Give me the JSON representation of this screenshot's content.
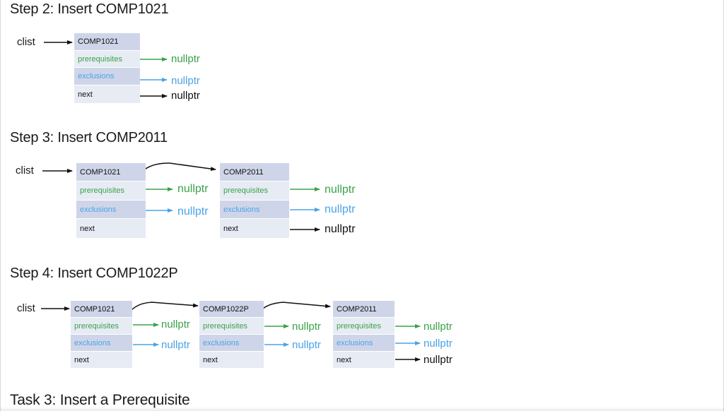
{
  "step2": {
    "title": "Step 2: Insert COMP1021",
    "head_label": "clist",
    "nodes": [
      {
        "name": "COMP1021",
        "prerequisites": "prerequisites",
        "exclusions": "exclusions",
        "next": "next"
      }
    ],
    "nullptr": {
      "pre": "nullptr",
      "exc": "nullptr",
      "next": "nullptr"
    }
  },
  "step3": {
    "title": "Step 3: Insert COMP2011",
    "head_label": "clist",
    "nodes": [
      {
        "name": "COMP1021",
        "prerequisites": "prerequisites",
        "exclusions": "exclusions",
        "next": "next"
      },
      {
        "name": "COMP2011",
        "prerequisites": "prerequisites",
        "exclusions": "exclusions",
        "next": "next"
      }
    ],
    "nullptr": {
      "n1_pre": "nullptr",
      "n1_exc": "nullptr",
      "n2_pre": "nullptr",
      "n2_exc": "nullptr",
      "n2_next": "nullptr"
    }
  },
  "step4": {
    "title": "Step 4: Insert COMP1022P",
    "head_label": "clist",
    "nodes": [
      {
        "name": "COMP1021",
        "prerequisites": "prerequisites",
        "exclusions": "exclusions",
        "next": "next"
      },
      {
        "name": "COMP1022P",
        "prerequisites": "prerequisites",
        "exclusions": "exclusions",
        "next": "next"
      },
      {
        "name": "COMP2011",
        "prerequisites": "prerequisites",
        "exclusions": "exclusions",
        "next": "next"
      }
    ],
    "nullptr": {
      "n1_pre": "nullptr",
      "n1_exc": "nullptr",
      "n2_pre": "nullptr",
      "n2_exc": "nullptr",
      "n3_pre": "nullptr",
      "n3_exc": "nullptr",
      "n3_next": "nullptr"
    }
  },
  "task3": {
    "title": "Task 3: Insert a Prerequisite"
  },
  "colors": {
    "prerequisites": "#3aa24a",
    "exclusions": "#4aa3e6",
    "next": "#111111",
    "cell_dark": "#cfd5e8",
    "cell_light": "#e7ebf4"
  }
}
